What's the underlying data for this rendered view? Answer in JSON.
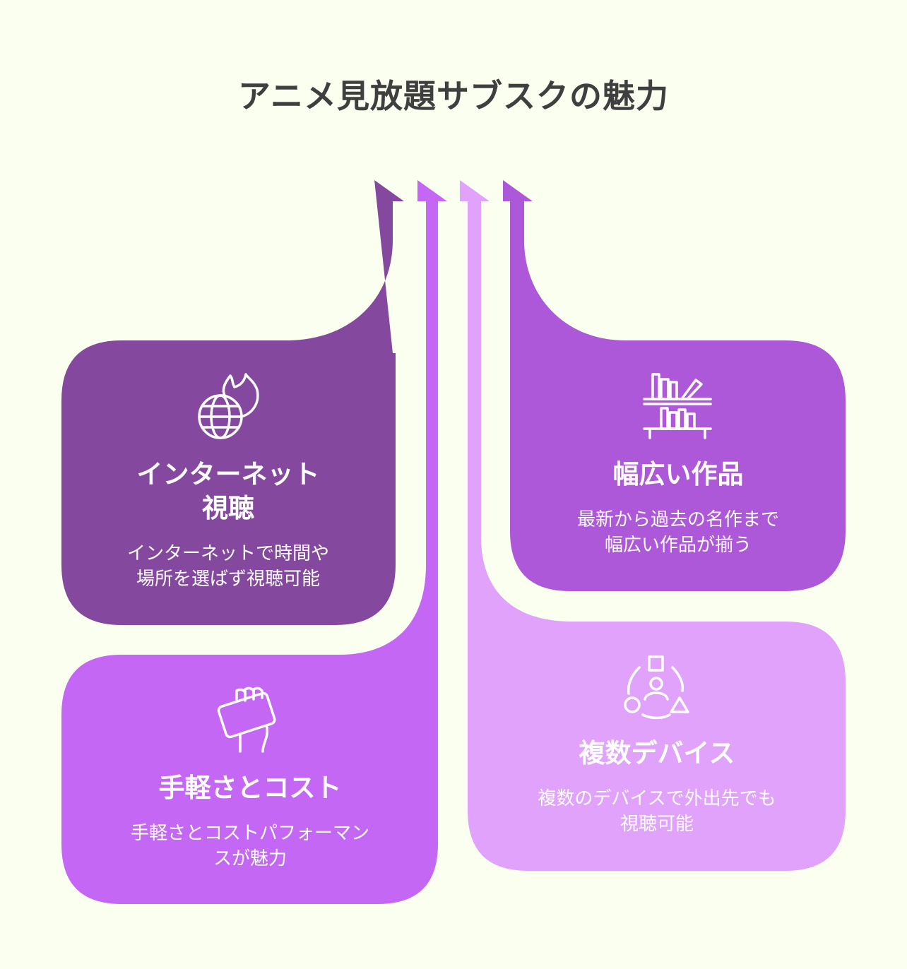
{
  "title": "アニメ見放題サブスクの魅力",
  "colors": {
    "background": "#fbfff0",
    "internet": "#84499f",
    "cost": "#c467f4",
    "devices": "#e0a2fb",
    "library": "#ad57d9"
  },
  "cards": {
    "internet": {
      "title_line1": "インターネット",
      "title_line2": "視聴",
      "desc_line1": "インターネットで時間や",
      "desc_line2": "場所を選ばず視聴可能",
      "icon": "globe-flame-icon"
    },
    "library": {
      "title_line1": "幅広い作品",
      "desc_line1": "最新から過去の名作まで",
      "desc_line2": "幅広い作品が揃う",
      "icon": "bookshelf-icon"
    },
    "cost": {
      "title_line1": "手軽さとコスト",
      "desc_line1": "手軽さとコストパフォーマン",
      "desc_line2": "スが魅力",
      "icon": "hand-holding-phone-icon"
    },
    "devices": {
      "title_line1": "複数デバイス",
      "desc_line1": "複数のデバイスで外出先でも",
      "desc_line2": "視聴可能",
      "icon": "user-shapes-cycle-icon"
    }
  }
}
